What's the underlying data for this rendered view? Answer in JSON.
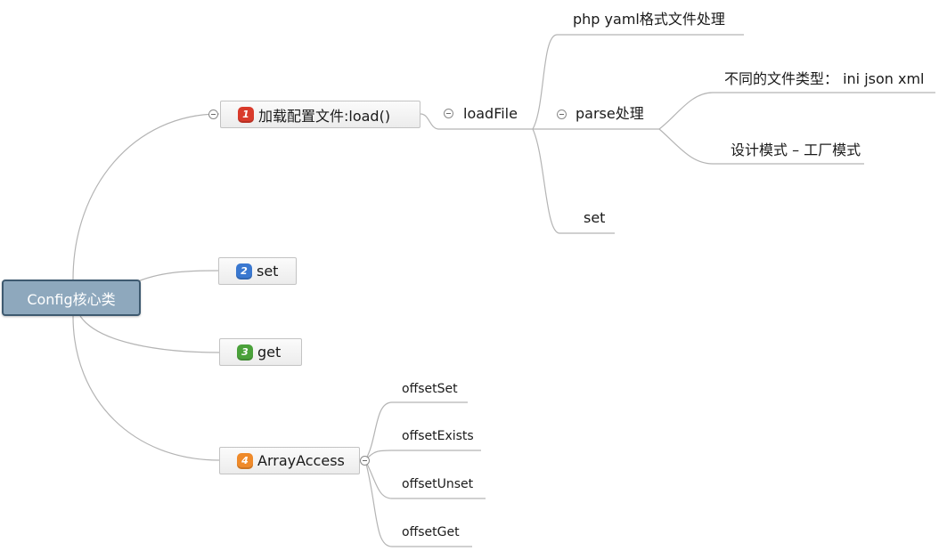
{
  "root": {
    "label": "Config核心类"
  },
  "topics": {
    "load": {
      "number": "1",
      "label": "加载配置文件:load()",
      "color": "#d93a2b"
    },
    "set": {
      "number": "2",
      "label": "set",
      "color": "#3a78d0"
    },
    "get": {
      "number": "3",
      "label": "get",
      "color": "#4aa13a"
    },
    "array_access": {
      "number": "4",
      "label": "ArrayAccess",
      "color": "#ef8a2a"
    }
  },
  "load_file": {
    "label": "loadFile",
    "children": {
      "yaml": "php yaml格式文件处理",
      "parse": "parse处理",
      "set": "set"
    },
    "parse_children": {
      "types": "不同的文件类型：  ini json xml",
      "pattern": "设计模式 – 工厂模式"
    }
  },
  "array_access_children": {
    "offset_set": "offsetSet",
    "offset_exists": "offsetExists",
    "offset_unset": "offsetUnset",
    "offset_get": "offsetGet"
  },
  "colors": {
    "connector": "#b4b4b4",
    "root_fill": "#8ea8bd",
    "root_border": "#3e5a70"
  }
}
